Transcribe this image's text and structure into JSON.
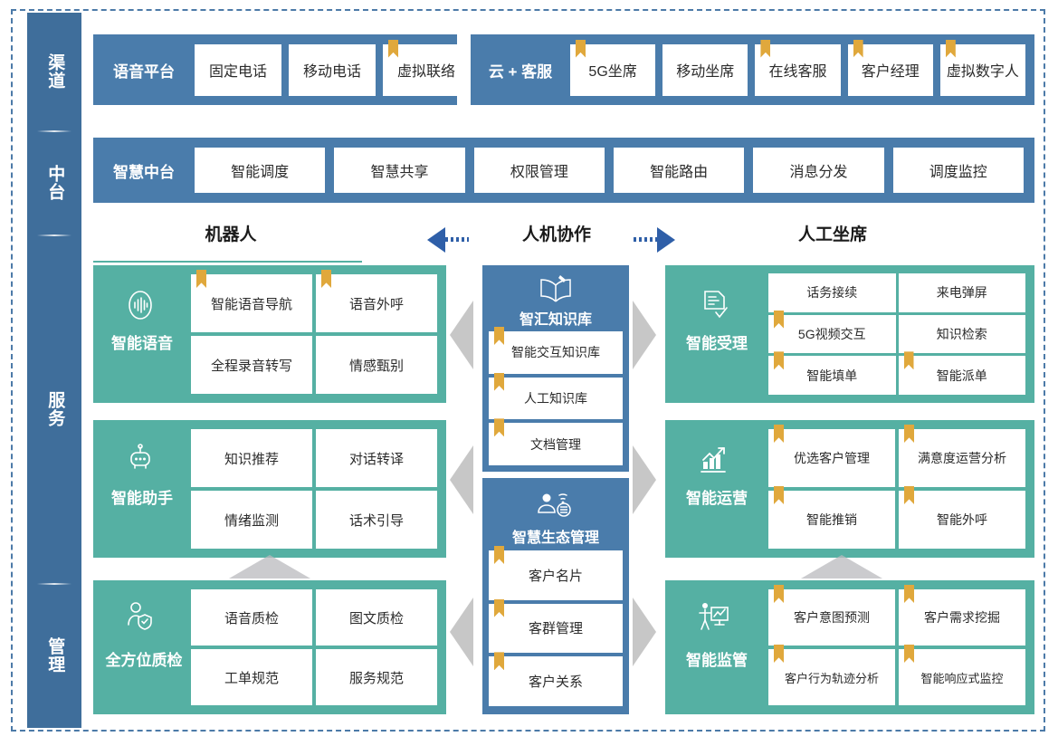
{
  "rail": {
    "sections": [
      {
        "label": "渠道"
      },
      {
        "label": "中台"
      },
      {
        "label": "服务"
      },
      {
        "label": "管理"
      }
    ]
  },
  "channel": {
    "groups": [
      {
        "title": "语音平台",
        "cards": [
          {
            "label": "固定电话",
            "bookmark": false
          },
          {
            "label": "移动电话",
            "bookmark": false
          },
          {
            "label": "虚拟联络",
            "bookmark": true
          }
        ]
      },
      {
        "title": "云 + 客服",
        "cards": [
          {
            "label": "5G坐席",
            "bookmark": true
          },
          {
            "label": "移动坐席",
            "bookmark": false
          },
          {
            "label": "在线客服",
            "bookmark": true
          },
          {
            "label": "客户经理",
            "bookmark": true
          },
          {
            "label": "虚拟数字人",
            "bookmark": true
          }
        ]
      }
    ]
  },
  "middle_platform": {
    "title": "智慧中台",
    "cards": [
      {
        "label": "智能调度"
      },
      {
        "label": "智慧共享"
      },
      {
        "label": "权限管理"
      },
      {
        "label": "智能路由"
      },
      {
        "label": "消息分发"
      },
      {
        "label": "调度监控"
      }
    ]
  },
  "headers": {
    "left": "机器人",
    "center": "人机协作",
    "right": "人工坐席",
    "arrow_left": "arrow-left",
    "arrow_right": "arrow-right"
  },
  "left_column": [
    {
      "name": "智能语音",
      "icon": "voice-wave-icon",
      "cards": [
        {
          "label": "智能语音导航",
          "bookmark": true
        },
        {
          "label": "语音外呼",
          "bookmark": true
        },
        {
          "label": "全程录音转写",
          "bookmark": false
        },
        {
          "label": "情感甄别",
          "bookmark": false
        }
      ]
    },
    {
      "name": "智能助手",
      "icon": "robot-icon",
      "cards": [
        {
          "label": "知识推荐",
          "bookmark": false
        },
        {
          "label": "对话转译",
          "bookmark": false
        },
        {
          "label": "情绪监测",
          "bookmark": false
        },
        {
          "label": "话术引导",
          "bookmark": false
        }
      ]
    },
    {
      "name": "全方位质检",
      "icon": "person-shield-icon",
      "cards": [
        {
          "label": "语音质检",
          "bookmark": false
        },
        {
          "label": "图文质检",
          "bookmark": false
        },
        {
          "label": "工单规范",
          "bookmark": false
        },
        {
          "label": "服务规范",
          "bookmark": false
        }
      ]
    }
  ],
  "center_column": [
    {
      "name": "智汇知识库",
      "icon": "open-book-icon",
      "cards": [
        {
          "label": "智能交互知识库",
          "bookmark": true
        },
        {
          "label": "人工知识库",
          "bookmark": true
        },
        {
          "label": "文档管理",
          "bookmark": true
        }
      ]
    },
    {
      "name": "智慧生态管理",
      "icon": "ecosystem-icon",
      "cards": [
        {
          "label": "客户名片",
          "bookmark": true
        },
        {
          "label": "客群管理",
          "bookmark": true
        },
        {
          "label": "客户关系",
          "bookmark": true
        }
      ]
    }
  ],
  "right_column": [
    {
      "name": "智能受理",
      "icon": "form-check-icon",
      "cards": [
        {
          "label": "话务接续",
          "bookmark": false
        },
        {
          "label": "来电弹屏",
          "bookmark": false
        },
        {
          "label": "5G视频交互",
          "bookmark": true
        },
        {
          "label": "知识检索",
          "bookmark": false
        },
        {
          "label": "智能填单",
          "bookmark": true
        },
        {
          "label": "智能派单",
          "bookmark": true
        }
      ]
    },
    {
      "name": "智能运营",
      "icon": "growth-chart-icon",
      "cards": [
        {
          "label": "优选客户管理",
          "bookmark": true
        },
        {
          "label": "满意度运营分析",
          "bookmark": true
        },
        {
          "label": "智能推销",
          "bookmark": true
        },
        {
          "label": "智能外呼",
          "bookmark": true
        }
      ]
    },
    {
      "name": "智能监管",
      "icon": "presenter-chart-icon",
      "cards": [
        {
          "label": "客户意图预测",
          "bookmark": true
        },
        {
          "label": "客户需求挖掘",
          "bookmark": true
        },
        {
          "label": "客户行为轨迹分析",
          "bookmark": true
        },
        {
          "label": "智能响应式监控",
          "bookmark": true
        }
      ]
    }
  ],
  "colors": {
    "blue": "#4a7cab",
    "rail_blue": "#3f6e9b",
    "green": "#55b0a3",
    "gold": "#e0a83c",
    "arrow_blue": "#2f5fa8",
    "grey_chevron": "#bdbdbd"
  }
}
